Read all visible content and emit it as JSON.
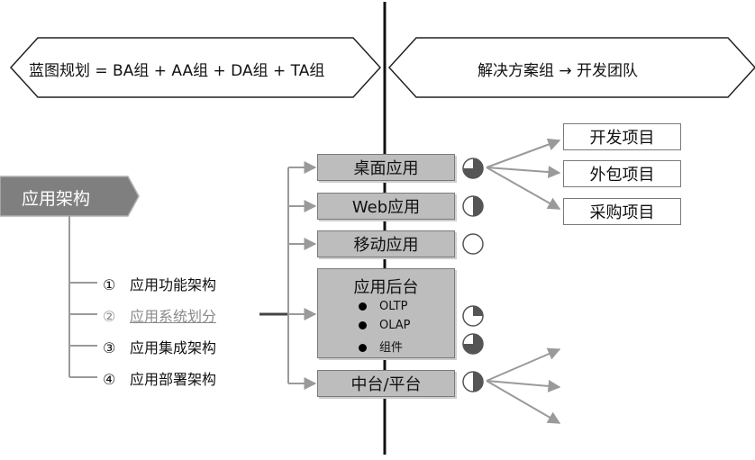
{
  "header": {
    "left_banner": "蓝图规划 = BA组 + AA组 + DA组 + TA组",
    "right_banner": "解决方案组 → 开发团队"
  },
  "root": {
    "label": "应用架构"
  },
  "arch_items": [
    {
      "num": "①",
      "label": "应用功能架构",
      "muted": false
    },
    {
      "num": "②",
      "label": "应用系统划分",
      "muted": true
    },
    {
      "num": "③",
      "label": "应用集成架构",
      "muted": false
    },
    {
      "num": "④",
      "label": "应用部署架构",
      "muted": false
    }
  ],
  "apps": [
    {
      "label": "桌面应用",
      "fill_fraction": 0.75
    },
    {
      "label": "Web应用",
      "fill_fraction": 0.5
    },
    {
      "label": "移动应用",
      "fill_fraction": 0
    },
    {
      "label": "应用后台",
      "sub": [
        {
          "label": "OLTP",
          "fill_fraction": 0.25
        },
        {
          "label": "OLAP"
        },
        {
          "label": "组件",
          "fill_fraction": 0.75
        }
      ]
    },
    {
      "label": "中台/平台",
      "fill_fraction": 0.5
    }
  ],
  "projects": [
    "开发项目",
    "外包项目",
    "采购项目"
  ],
  "colors": {
    "box_fill": "#bdbdbd",
    "root_fill": "#7f7f7f",
    "connector": "#9a9a9a",
    "indicator": "#555555"
  }
}
